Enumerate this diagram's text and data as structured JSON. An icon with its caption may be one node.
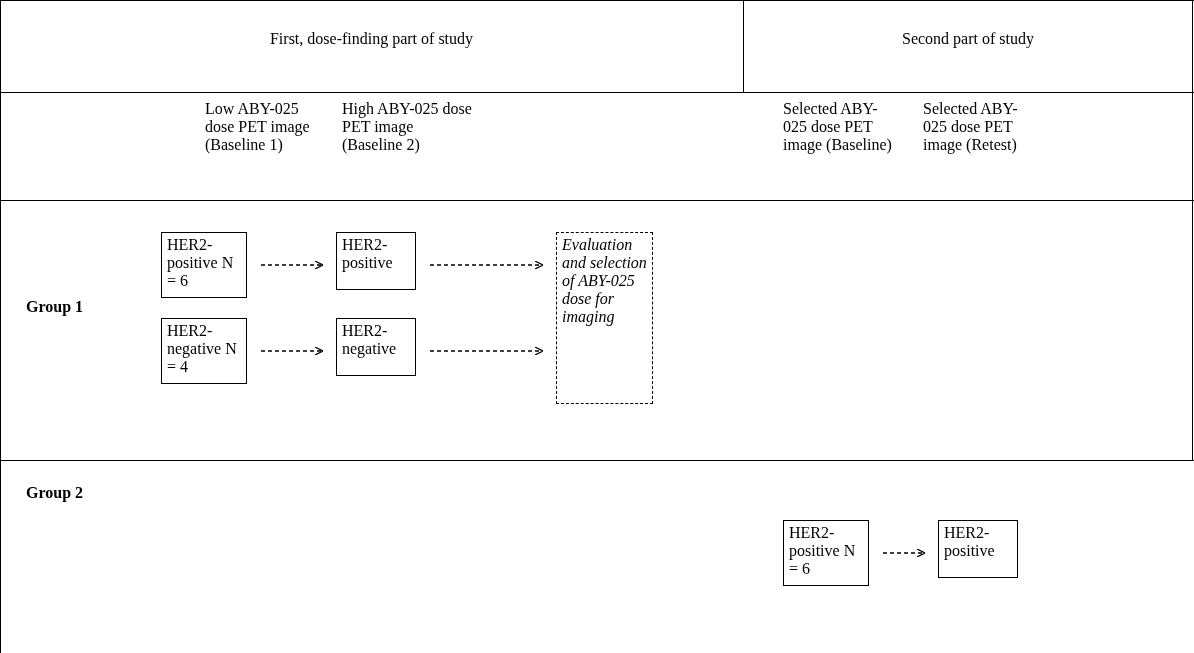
{
  "diagram": {
    "nodes": [
      {
        "text": [
          "HER2- positive N = 6"
        ]
      },
      {
        "text": [
          "HER2- positive"
        ]
      },
      {
        "text": [
          "Evaluation and selection of ABY-025 dose for imaging"
        ]
      },
      {
        "text": [
          "HER2- negative N = 4"
        ]
      },
      {
        "text": [
          "HER2- negative"
        ]
      },
      {
        "text": [
          "HER2- positive N = 6"
        ]
      },
      {
        "text": [
          "HER2- positive"
        ]
      }
    ],
    "edges": [
      {
        "from": 0,
        "to": 1,
        "arrow": "to",
        "style": "dashed"
      },
      {
        "from": 1,
        "to": 2,
        "arrow": "to",
        "style": "dashed"
      },
      {
        "from": 3,
        "to": 4,
        "arrow": "to",
        "style": "dashed"
      },
      {
        "from": 4,
        "to": 2,
        "arrow": "to",
        "style": "dashed"
      },
      {
        "from": 5,
        "to": 6,
        "arrow": "to",
        "style": "dashed"
      }
    ],
    "labels": [
      "First, dose-finding part of study",
      "Second part of study",
      "Low ABY-025 dose PET image (Baseline 1)",
      "High ABY-025 dose PET image (Baseline 2)",
      "Selected ABY-025 dose PET image (Baseline)",
      "Selected ABY-025 dose PET image (Retest)",
      "Group 1",
      "Group 2"
    ]
  }
}
